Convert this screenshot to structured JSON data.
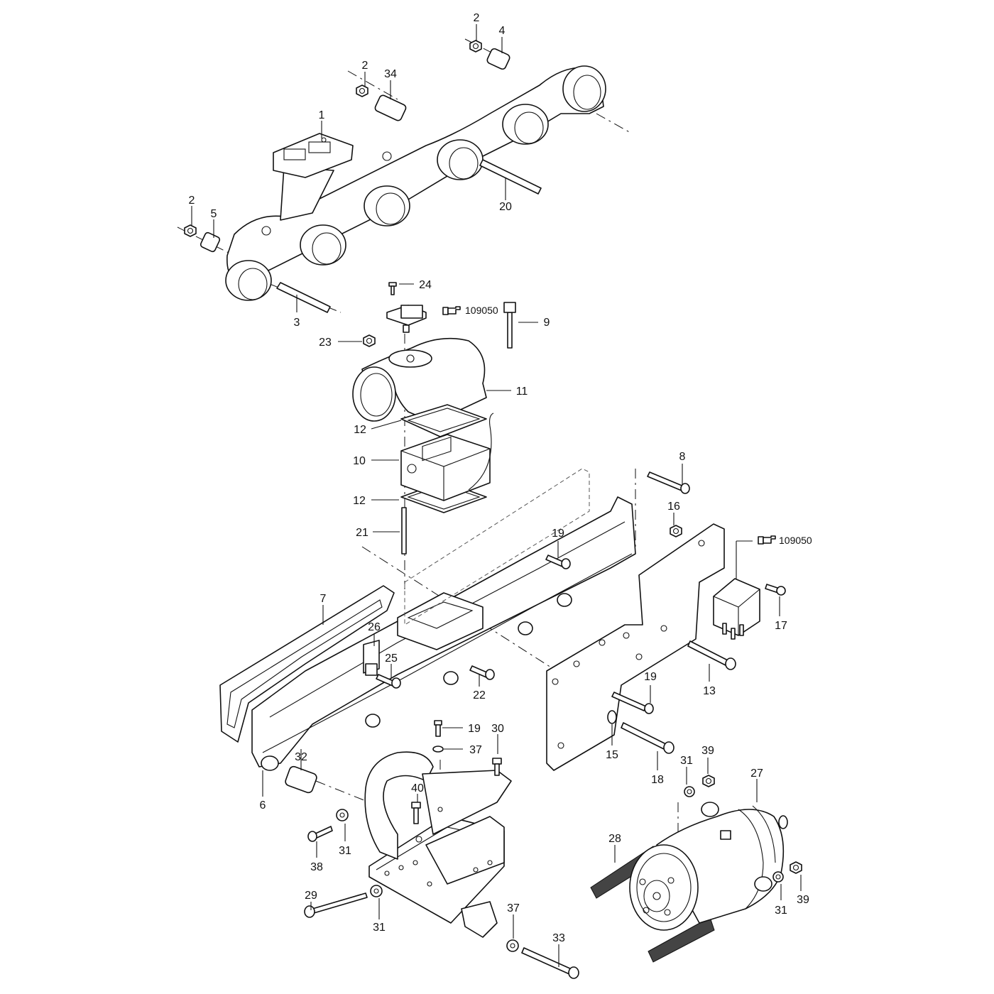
{
  "diagram": {
    "reference_code": "109050",
    "callouts": {
      "c1": "1",
      "c2a": "2",
      "c2b": "2",
      "c2c": "2",
      "c3": "3",
      "c4": "4",
      "c5": "5",
      "c6": "6",
      "c7": "7",
      "c8": "8",
      "c9": "9",
      "c10": "10",
      "c11": "11",
      "c12a": "12",
      "c12b": "12",
      "c13": "13",
      "c15": "15",
      "c16": "16",
      "c17": "17",
      "c18": "18",
      "c19a": "19",
      "c19b": "19",
      "c19c": "19",
      "c20": "20",
      "c21": "21",
      "c22": "22",
      "c23": "23",
      "c24": "24",
      "c25": "25",
      "c26": "26",
      "c27": "27",
      "c28": "28",
      "c29": "29",
      "c30": "30",
      "c31a": "31",
      "c31b": "31",
      "c31c": "31",
      "c31d": "31",
      "c32": "32",
      "c33": "33",
      "c34": "34",
      "c37a": "37",
      "c37b": "37",
      "c38": "38",
      "c39a": "39",
      "c39b": "39",
      "c40": "40"
    }
  },
  "colors": {
    "line": "#111111",
    "background": "#ffffff",
    "belt": "#444444"
  },
  "icons": [
    "pointing-hand-icon"
  ]
}
